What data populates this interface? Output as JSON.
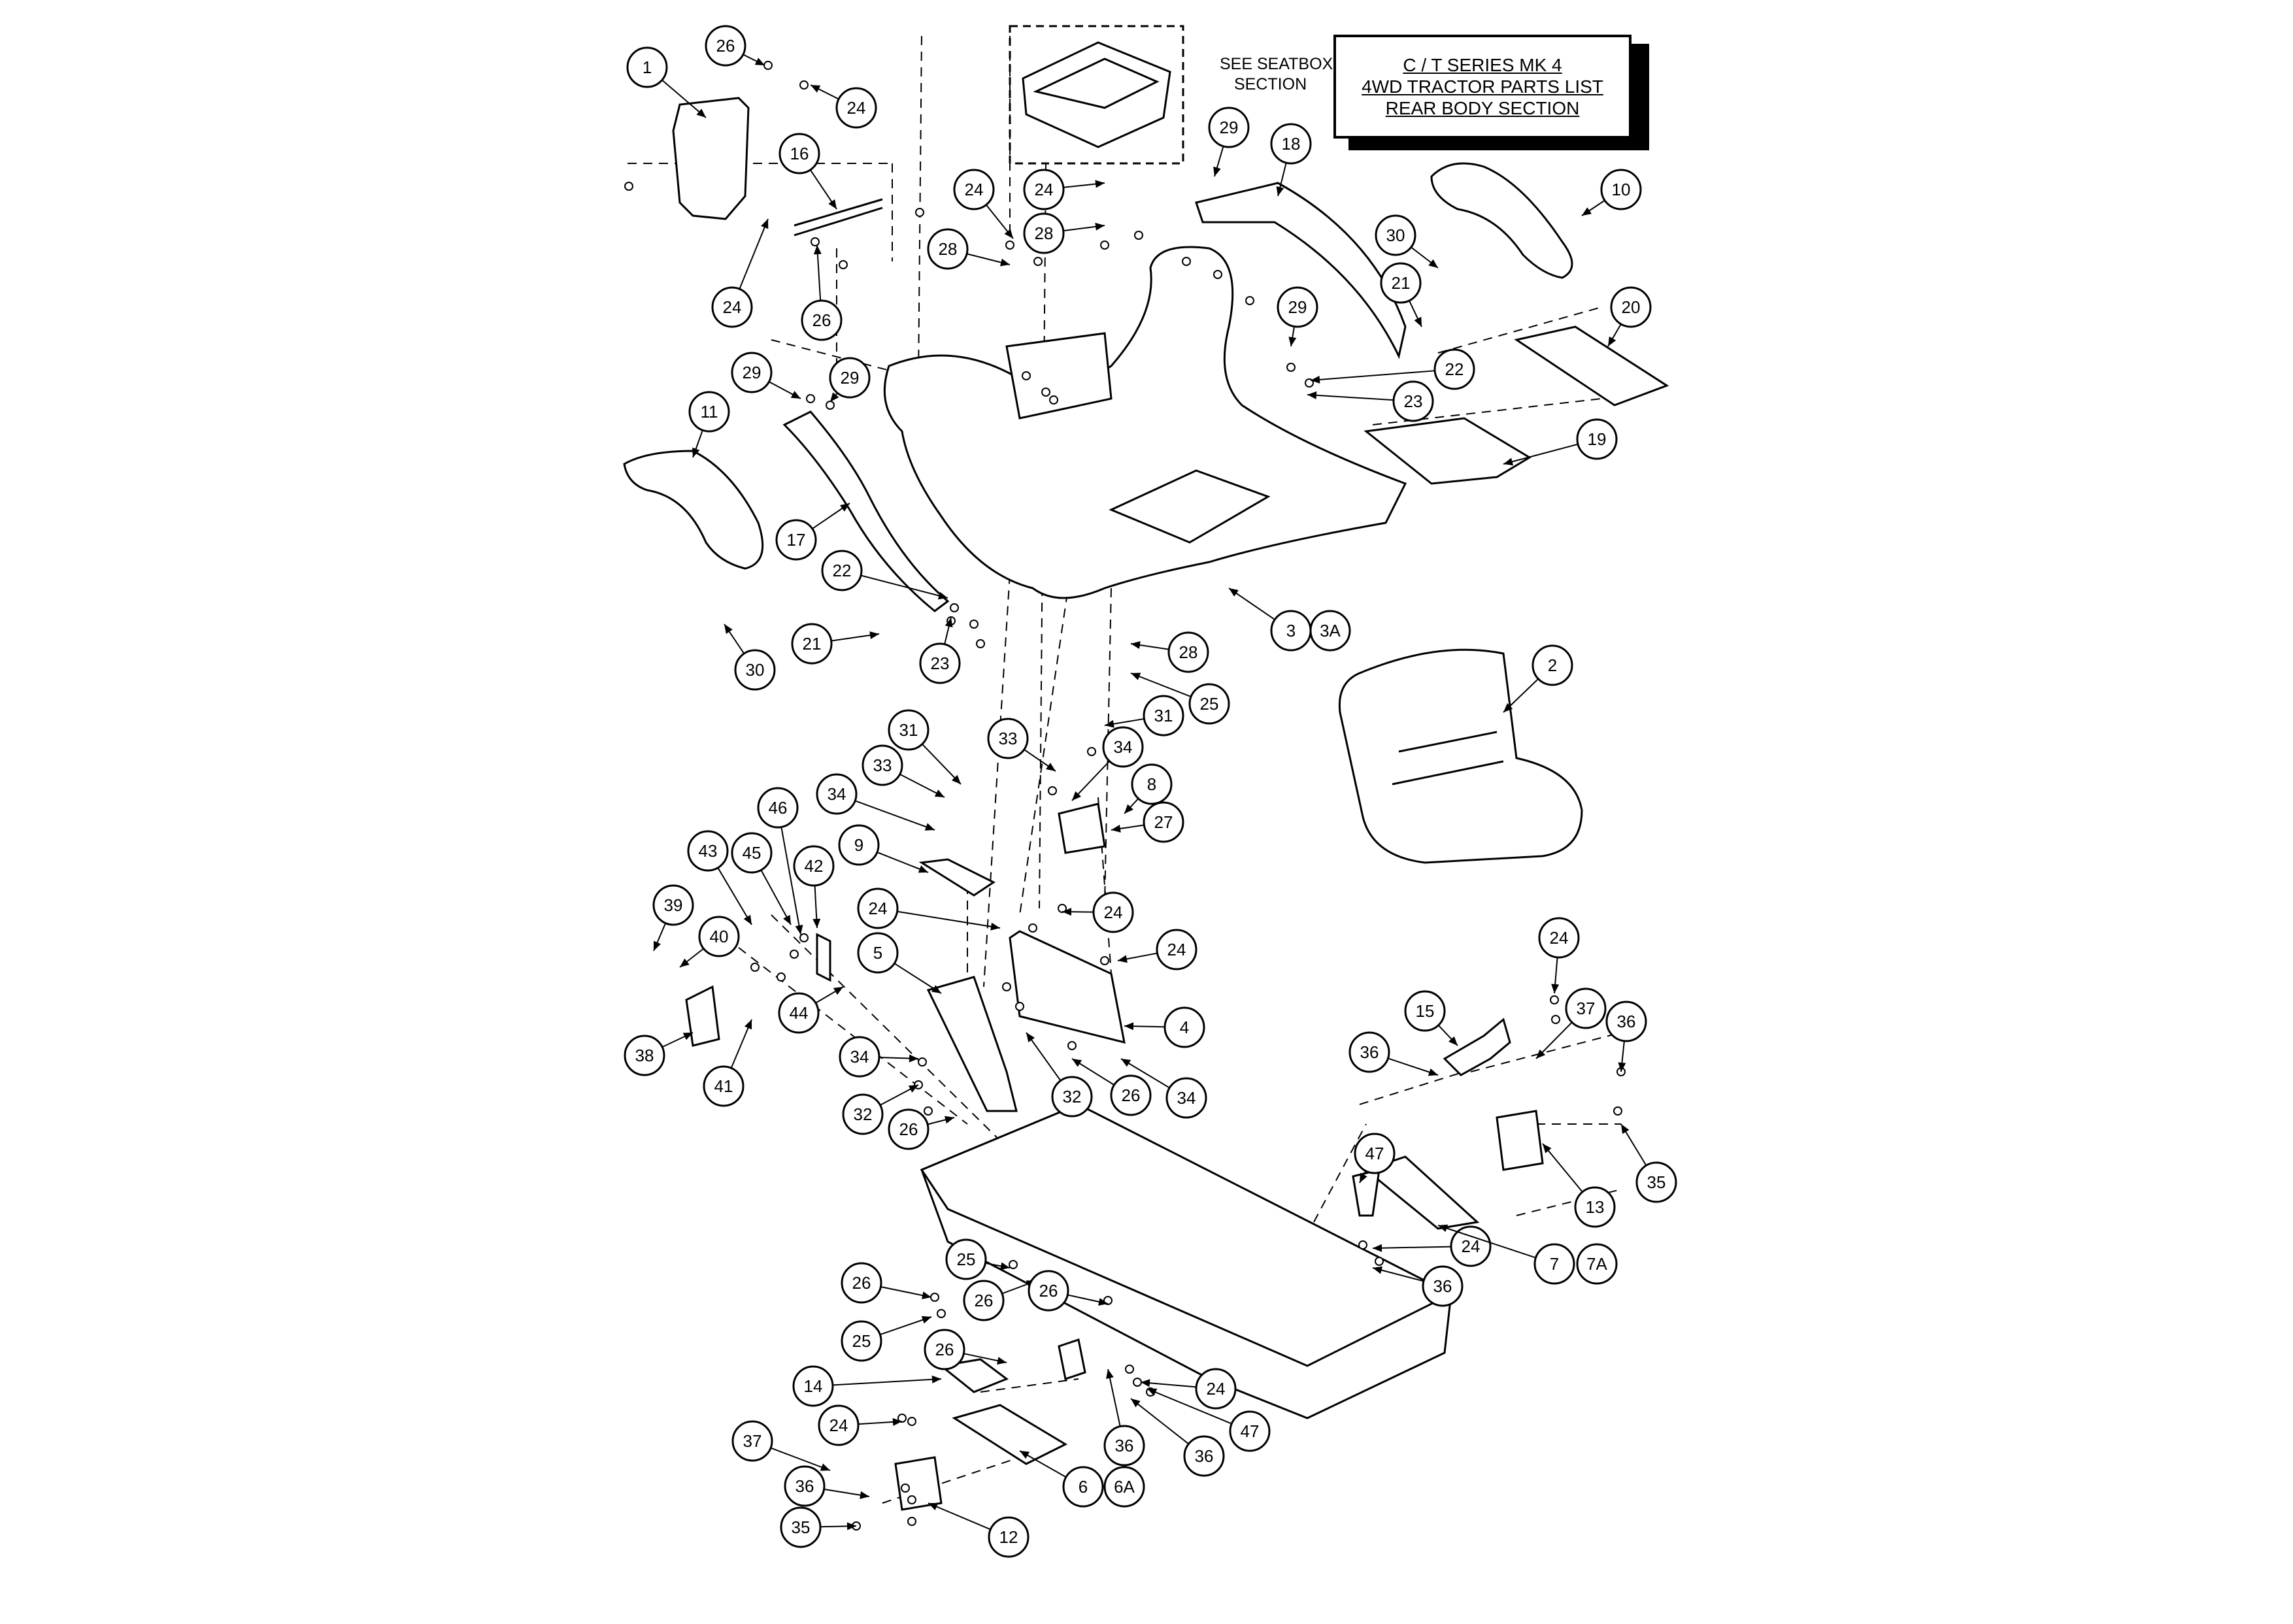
{
  "title_block": {
    "lines": [
      "C / T SERIES MK 4",
      "4WD TRACTOR PARTS LIST",
      "REAR BODY SECTION"
    ]
  },
  "seatbox_note": {
    "lines": [
      "SEE SEATBOX",
      "SECTION"
    ]
  },
  "callouts": [
    "1",
    "2",
    "3",
    "3A",
    "4",
    "5",
    "6",
    "6A",
    "7",
    "7A",
    "8",
    "9",
    "10",
    "11",
    "12",
    "13",
    "14",
    "15",
    "16",
    "17",
    "18",
    "19",
    "20",
    "21",
    "22",
    "23",
    "24",
    "25",
    "26",
    "27",
    "28",
    "29",
    "30",
    "31",
    "32",
    "33",
    "34",
    "35",
    "36",
    "37",
    "38",
    "39",
    "40",
    "41",
    "42",
    "43",
    "44",
    "45",
    "46",
    "47"
  ],
  "colors": {
    "line": "#000000",
    "paper": "#ffffff",
    "shade": "#dcdcdc"
  }
}
